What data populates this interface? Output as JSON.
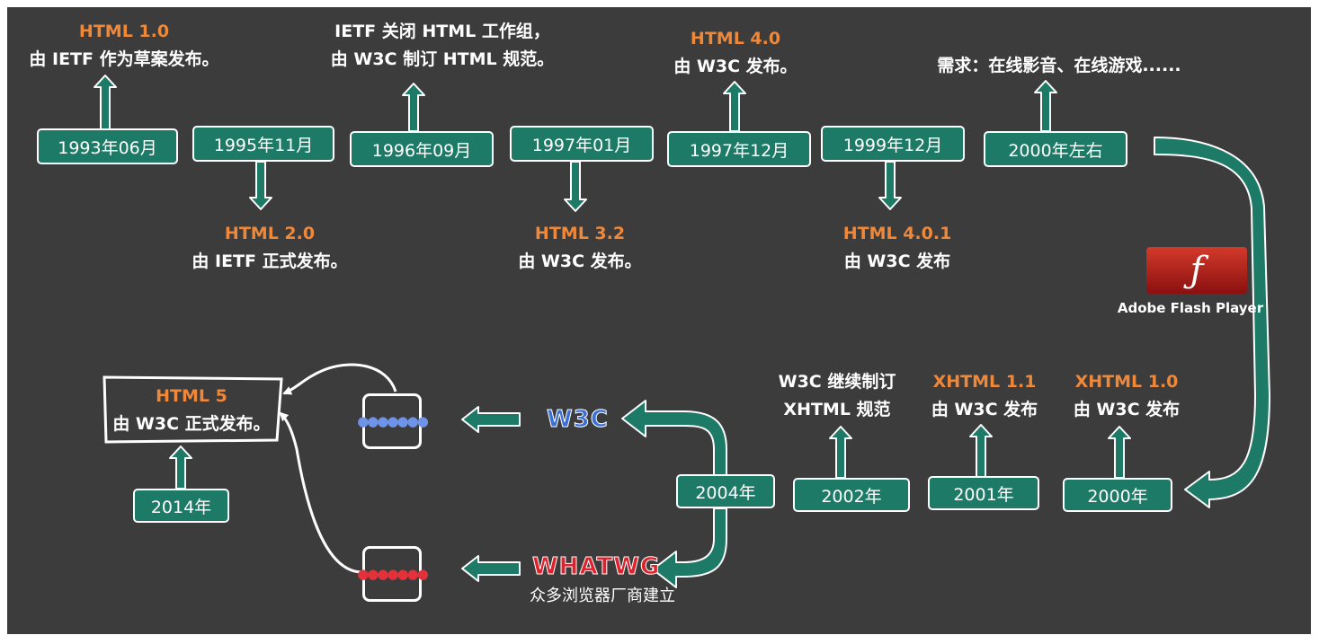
{
  "top_dates": [
    "1993年06月",
    "1995年11月",
    "1996年09月",
    "1997年01月",
    "1997年12月",
    "1999年12月",
    "2000年左右"
  ],
  "bottom_dates": [
    "2014年",
    "2004年",
    "2002年",
    "2001年",
    "2000年"
  ],
  "events": {
    "html1": {
      "version": "HTML 1.0",
      "desc": "由 IETF 作为草案发布。"
    },
    "html2": {
      "version": "HTML 2.0",
      "desc": "由 IETF 正式发布。"
    },
    "ietf_close": {
      "line1": "IETF 关闭 HTML 工作组，",
      "line2": "由 W3C 制订 HTML 规范。"
    },
    "html32": {
      "version": "HTML 3.2",
      "desc": "由 W3C 发布。"
    },
    "html4": {
      "version": "HTML 4.0",
      "desc": "由 W3C 发布。"
    },
    "html401": {
      "version": "HTML 4.0.1",
      "desc": "由 W3C 发布"
    },
    "demand": {
      "text": "需求：在线影音、在线游戏......"
    },
    "xhtml10": {
      "version": "XHTML 1.0",
      "desc": "由 W3C 发布"
    },
    "xhtml11": {
      "version": "XHTML 1.1",
      "desc": "由 W3C 发布"
    },
    "xhtml_cont": {
      "line1": "W3C 继续制订",
      "line2": "XHTML 规范"
    },
    "html5": {
      "version": "HTML 5",
      "desc": "由 W3C 正式发布。"
    }
  },
  "flash": {
    "label": "Adobe Flash Player",
    "icon": "flash-player-icon"
  },
  "orgs": {
    "w3c": "W3C",
    "whatwg": "WHATWG",
    "whatwg_desc": "众多浏览器厂商建立"
  },
  "browser_dots": "●●●●●●●",
  "colors": {
    "board": "#3c3c3c",
    "box": "#1d7a66",
    "version": "#f0883a",
    "w3c": "#3c6fd8",
    "whatwg": "#e0202a"
  }
}
